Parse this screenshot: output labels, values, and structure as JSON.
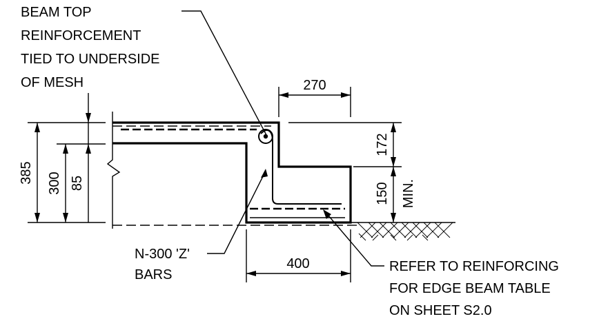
{
  "notes": {
    "top_reinforcement": [
      "BEAM TOP",
      "REINFORCEMENT",
      "TIED TO UNDERSIDE",
      "OF MESH"
    ],
    "z_bars": [
      "N-300 'Z'",
      "BARS"
    ],
    "refer": [
      "REFER TO REINFORCING",
      "FOR EDGE BEAM TABLE",
      "ON SHEET S2.0"
    ]
  },
  "dimensions": {
    "overall_depth": "385",
    "slab_depth": "300",
    "slab_to_beam": "85",
    "beam_width_top": "270",
    "beam_top_depth": "172",
    "embed_depth": "150",
    "embed_min": "MIN.",
    "beam_width_bottom": "400"
  }
}
